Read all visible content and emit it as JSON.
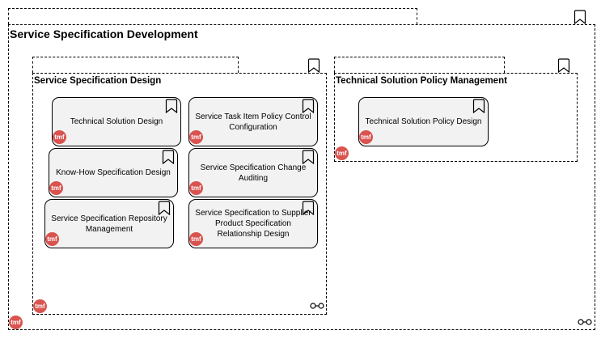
{
  "outer": {
    "title": "Service Specification Development"
  },
  "groups": [
    {
      "title": "Service Specification Design"
    },
    {
      "title": "Technical Solution Policy Management"
    }
  ],
  "capabilities": [
    {
      "label": "Technical Solution Design"
    },
    {
      "label": "Service Task Item Policy Control Configuration"
    },
    {
      "label": "Know-How Specification Design"
    },
    {
      "label": "Service Specification Change Auditing"
    },
    {
      "label": "Service Specification Repository Management"
    },
    {
      "label": "Service Specification to Supplier Product Specification Relationship Design"
    },
    {
      "label": "Technical Solution Policy Design"
    }
  ],
  "badge_text": "tmf",
  "colors": {
    "badge": "#d9534f",
    "capability_fill": "#f2f2f2"
  }
}
